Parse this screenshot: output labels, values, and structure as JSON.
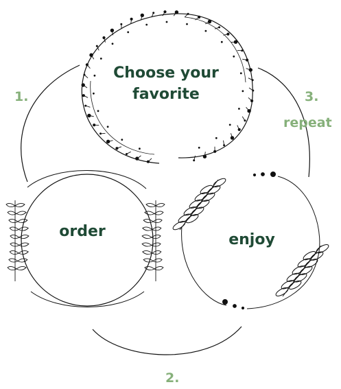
{
  "steps": {
    "choose": {
      "line1": "Choose your",
      "line2": "favorite"
    },
    "order": {
      "label": "order"
    },
    "enjoy": {
      "label": "enjoy"
    }
  },
  "numbers": {
    "one": "1.",
    "two": "2.",
    "three": "3.",
    "repeat": "repeat"
  },
  "colors": {
    "main_text": "#1f4a35",
    "step_text": "#86b07a",
    "line": "#111111"
  },
  "icons": {
    "choose": "vine-wreath-icon",
    "order": "laurel-wreath-icon",
    "enjoy": "fern-wreath-icon"
  }
}
